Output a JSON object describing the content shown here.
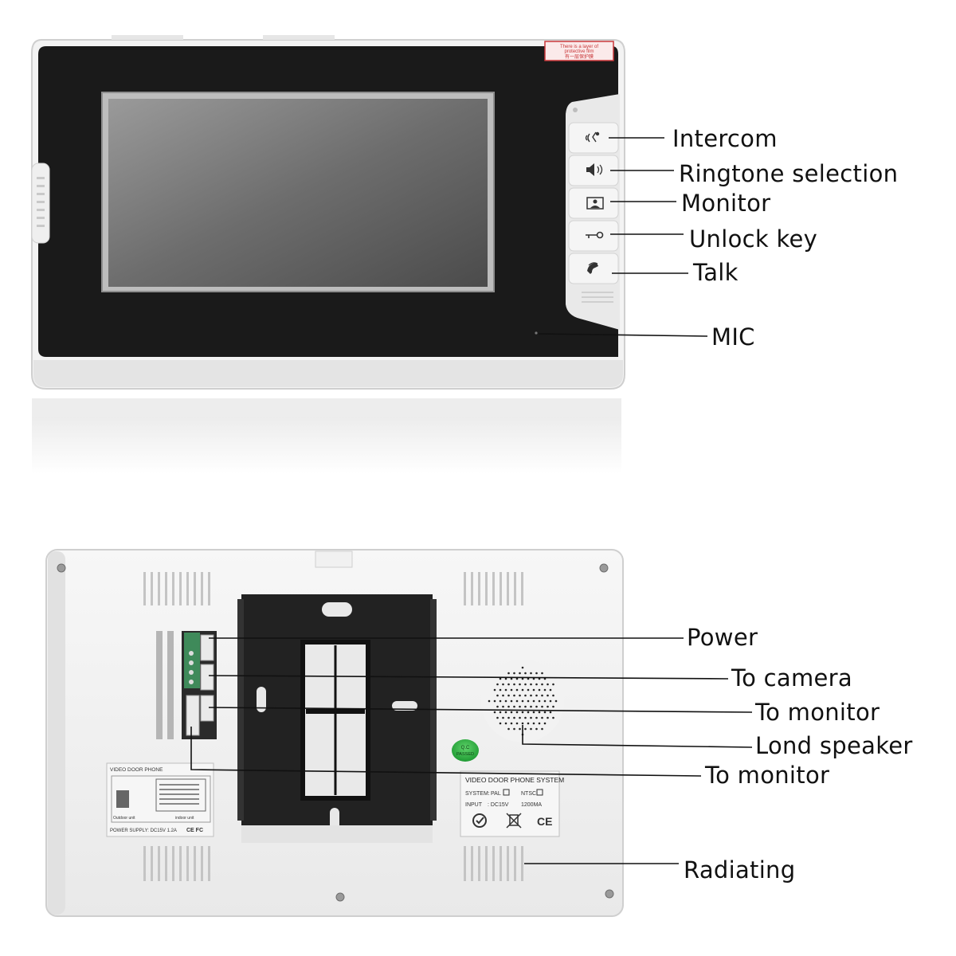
{
  "front_labels": {
    "intercom": "Intercom",
    "ringtone": "Ringtone selection",
    "monitor": "Monitor",
    "unlock": "Unlock key",
    "talk": "Talk",
    "mic": "MIC"
  },
  "back_labels": {
    "power": "Power",
    "to_camera": "To camera",
    "to_monitor_1": "To monitor",
    "speaker": "Lond speaker",
    "to_monitor_2": "To monitor",
    "radiating": "Radiating"
  },
  "sticker": {
    "line1": "There is a layer of",
    "line2": "protective film",
    "line3": "有一层保护膜"
  },
  "qc_badge": {
    "line1": "Q.C",
    "line2": "PASSED"
  },
  "spec_plate": {
    "title": "VIDEO DOOR PHONE SYSTEM",
    "system_label": "SYSTEM:",
    "pal": "PAL",
    "ntsc": "NTSC",
    "input_label": "INPUT",
    "input_value": ": DC15V",
    "current": "1200MA",
    "ce": "CE"
  },
  "wiring_plate": {
    "title": "VIDEO DOOR PHONE",
    "outdoor": "Outdoor unit",
    "indoor": "indoor unit",
    "power_supply": "POWER SUPPLY: DC15V 1.2A",
    "marks": "CE FC"
  },
  "icons": [
    "intercom-icon",
    "speaker-icon",
    "monitor-icon",
    "key-icon",
    "handset-icon"
  ]
}
